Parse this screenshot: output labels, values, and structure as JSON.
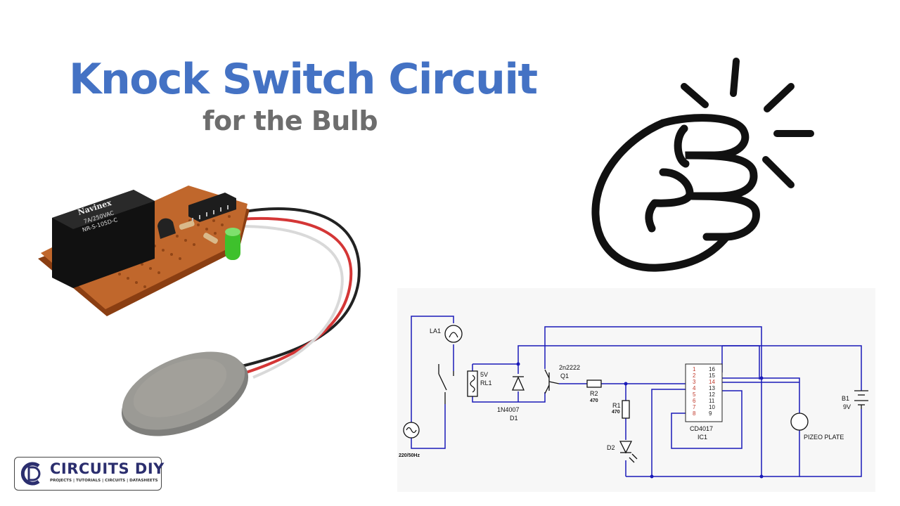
{
  "title": "Knock Switch Circuit",
  "subtitle": "for the Bulb",
  "relay_text": {
    "brand": "Navinex",
    "rating": "7A/250VAC",
    "model": "NR-S-105D-C"
  },
  "schematic": {
    "lamp": "LA1",
    "relay_voltage": "5V",
    "relay": "RL1",
    "diode_part": "1N4007",
    "diode": "D1",
    "transistor_part": "2n2222",
    "transistor": "Q1",
    "r2": "R2",
    "r2_value": "470",
    "r1": "R1",
    "r1_value": "470",
    "led": "D2",
    "ic_part": "CD4017",
    "ic": "IC1",
    "ic_pins_left": [
      "1",
      "2",
      "3",
      "4",
      "5",
      "6",
      "7",
      "8"
    ],
    "ic_pins_right": [
      "16",
      "15",
      "14",
      "13",
      "12",
      "11",
      "10",
      "9"
    ],
    "battery": "B1",
    "battery_voltage": "9V",
    "piezo": "PIZEO PLATE",
    "ac_source": "220/50Hz"
  },
  "logo": {
    "brand": "CIRCUITS DIY",
    "tagline": "PROJECTS | TUTORIALS | CIRCUITS | DATASHEETS"
  },
  "colors": {
    "title": "#4472c4",
    "subtitle": "#6d6d6d",
    "wire": "#1a1ab8",
    "logo": "#2b2e6e"
  }
}
